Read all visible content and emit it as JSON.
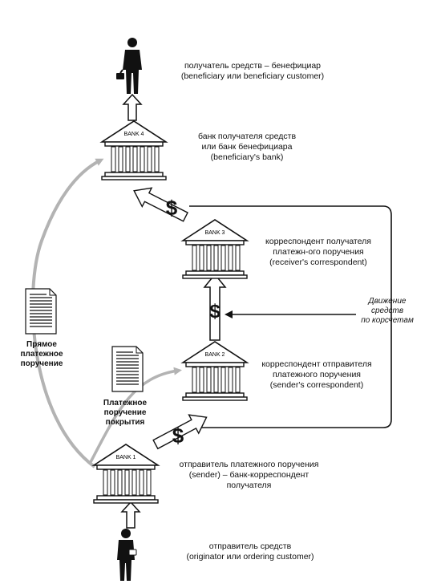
{
  "banks": [
    {
      "label": "BANK 4",
      "lines": [
        "банк получателя средств",
        "или банк бенефициара",
        "(beneficiary's bank)"
      ]
    },
    {
      "label": "BANK 3",
      "lines": [
        "корреспондент получателя",
        "платежн-ого поручения",
        "(receiver's correspondent)"
      ]
    },
    {
      "label": "BANK 2",
      "lines": [
        "корреспондент отправителя",
        "платежного поручения",
        "(sender's correspondent)"
      ]
    },
    {
      "label": "BANK 1",
      "lines": [
        "отправитель платежного поручения",
        "(sender) – банк-корреспондент",
        "получателя"
      ]
    }
  ],
  "beneficiary": [
    "получатель средств – бенефициар",
    "(beneficiary или beneficiary customer)"
  ],
  "originator": [
    "отправитель средств",
    "(originator или ordering customer)"
  ],
  "direct_order": [
    "Прямое",
    "платежное",
    "поручение"
  ],
  "cover_order": [
    "Платежное",
    "поручение",
    "покрытия"
  ],
  "flow_note": [
    "Движение",
    "средств",
    "по корсчетам"
  ],
  "dollar": "$",
  "colors": {
    "line": "#111111",
    "gray_arrow": "#b3b3b3"
  }
}
